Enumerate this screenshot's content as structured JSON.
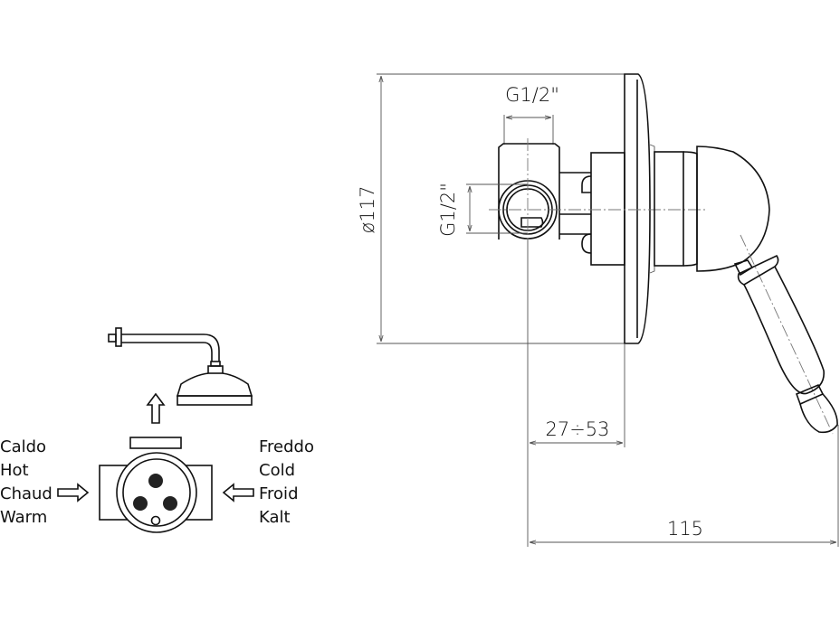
{
  "dimensions": {
    "plate_diameter": "ø117",
    "top_connection": "G1/2\"",
    "side_connection": "G1/2\"",
    "depth_range": "27÷53",
    "total_depth": "115"
  },
  "inlets": {
    "hot": [
      "Caldo",
      "Hot",
      "Chaud",
      "Warm"
    ],
    "cold": [
      "Freddo",
      "Cold",
      "Froid",
      "Kalt"
    ]
  }
}
